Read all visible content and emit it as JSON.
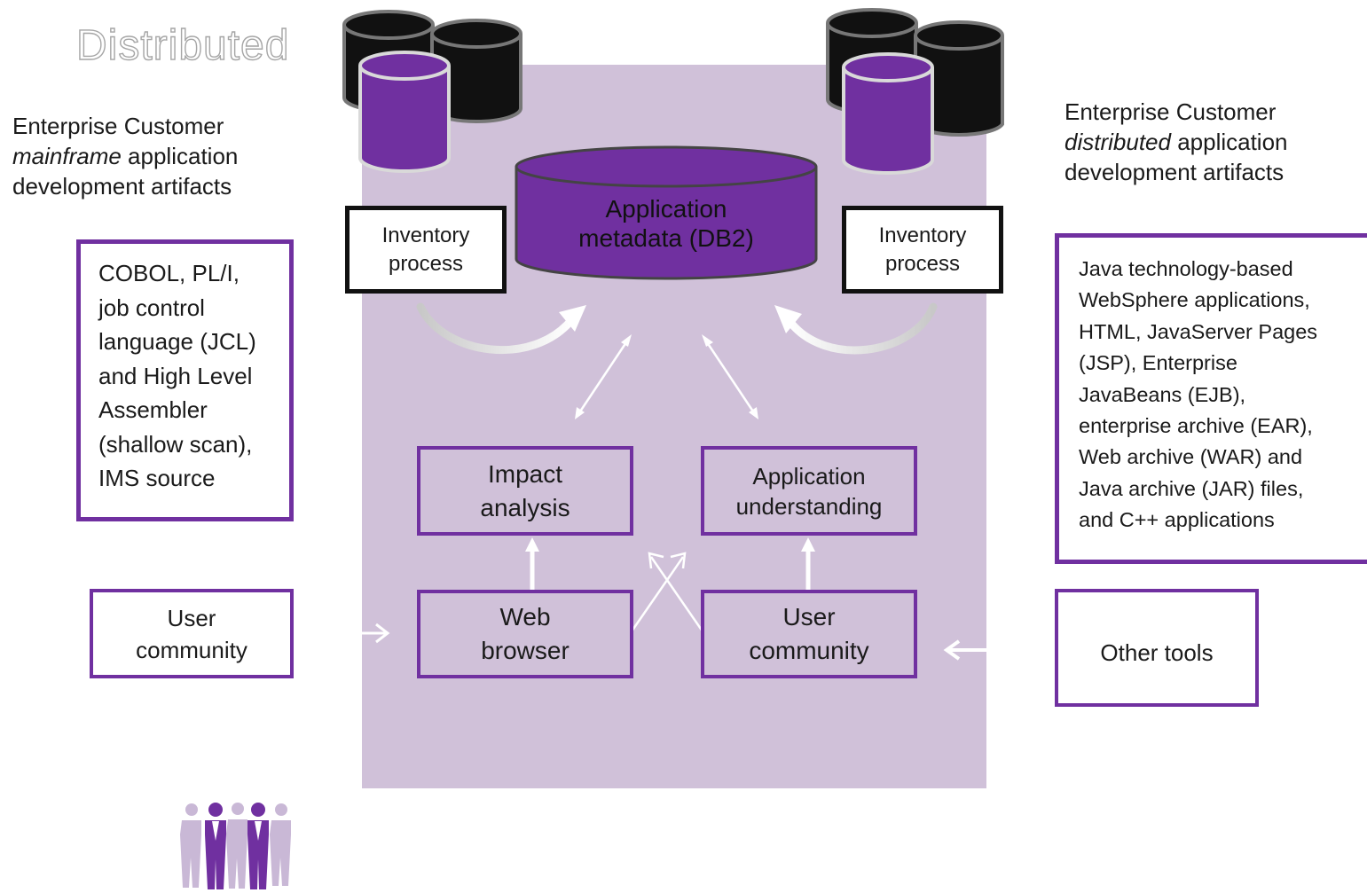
{
  "title": "Distributed",
  "left_caption": {
    "line1": "Enterprise Customer",
    "line2_em": "mainframe",
    "line2_rest": " application",
    "line3": "development  artifacts"
  },
  "right_caption": {
    "line1": "Enterprise Customer",
    "line2_em": "distributed",
    "line2_rest": " application",
    "line3": "development  artifacts"
  },
  "metadata_db": {
    "line1": "Application",
    "line2": "metadata (DB2)"
  },
  "inventory_left": {
    "line1": "Inventory",
    "line2": "process"
  },
  "inventory_right": {
    "line1": "Inventory",
    "line2": "process"
  },
  "mainframe_artifacts": [
    "COBOL, PL/I,",
    "job control",
    "language (JCL)",
    "and High Level",
    "Assembler",
    "(shallow scan),",
    "IMS source"
  ],
  "distributed_artifacts": [
    "Java technology-based",
    "WebSphere applications,",
    "HTML, JavaServer Pages",
    "(JSP), Enterprise",
    "JavaBeans (EJB),",
    "enterprise archive (EAR),",
    "Web archive (WAR) and",
    "Java archive (JAR) files,",
    "and C++ applications"
  ],
  "impact_analysis": {
    "line1": "Impact",
    "line2": "analysis"
  },
  "app_understanding": {
    "line1": "Application",
    "line2": "understanding"
  },
  "web_browser": {
    "line1": "Web",
    "line2": "browser"
  },
  "user_community_inner": {
    "line1": "User",
    "line2": "community"
  },
  "user_community_left": {
    "line1": "User",
    "line2": "community"
  },
  "other_tools": "Other tools",
  "colors": {
    "purple": "#7030a0",
    "panel": "#d0c1d9",
    "people_light": "#c9b8d6",
    "black_db": "#111111"
  }
}
